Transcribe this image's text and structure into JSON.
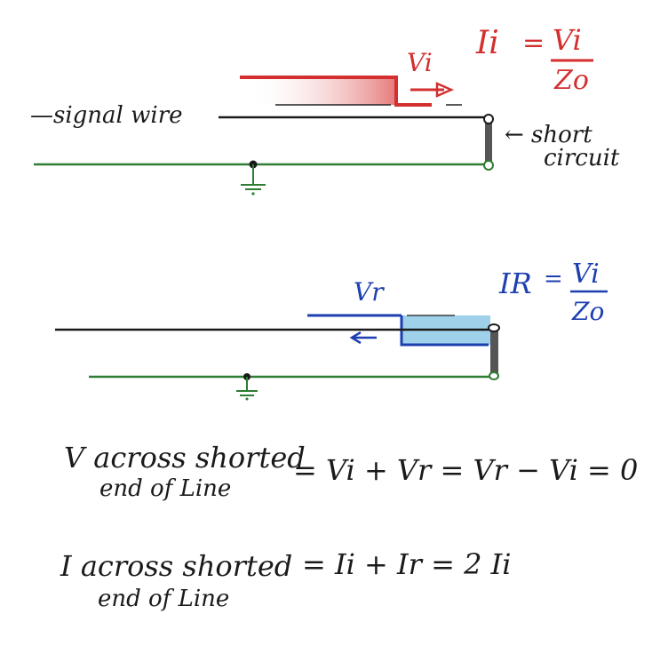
{
  "colors": {
    "ink": "#1a1a1a",
    "ground_wire": "#2e7d32",
    "incident": "#d32f2f",
    "incident_fill": "#e57373",
    "reflected": "#1e3fb0",
    "reflected_fill": "#8ecae6",
    "short": "#555555"
  },
  "top_diagram": {
    "current_eq": {
      "lhs": "Ii",
      "num": "Vi",
      "den": "Zo"
    },
    "voltage_label": "Vi",
    "signal_label": "—signal wire",
    "short_label_line1": "← short",
    "short_label_line2": "circuit"
  },
  "bottom_diagram": {
    "current_eq": {
      "lhs": "IR",
      "num": "Vi",
      "den": "Zo"
    },
    "voltage_label": "Vr"
  },
  "equations": {
    "v_line1": "V across shorted",
    "v_line2": "end of Line",
    "v_rhs": "= Vi + Vr = Vr − Vi = 0",
    "i_line1": "I across shorted",
    "i_line2": "end of Line",
    "i_rhs": "= Ii + Ir = 2 Ii"
  }
}
